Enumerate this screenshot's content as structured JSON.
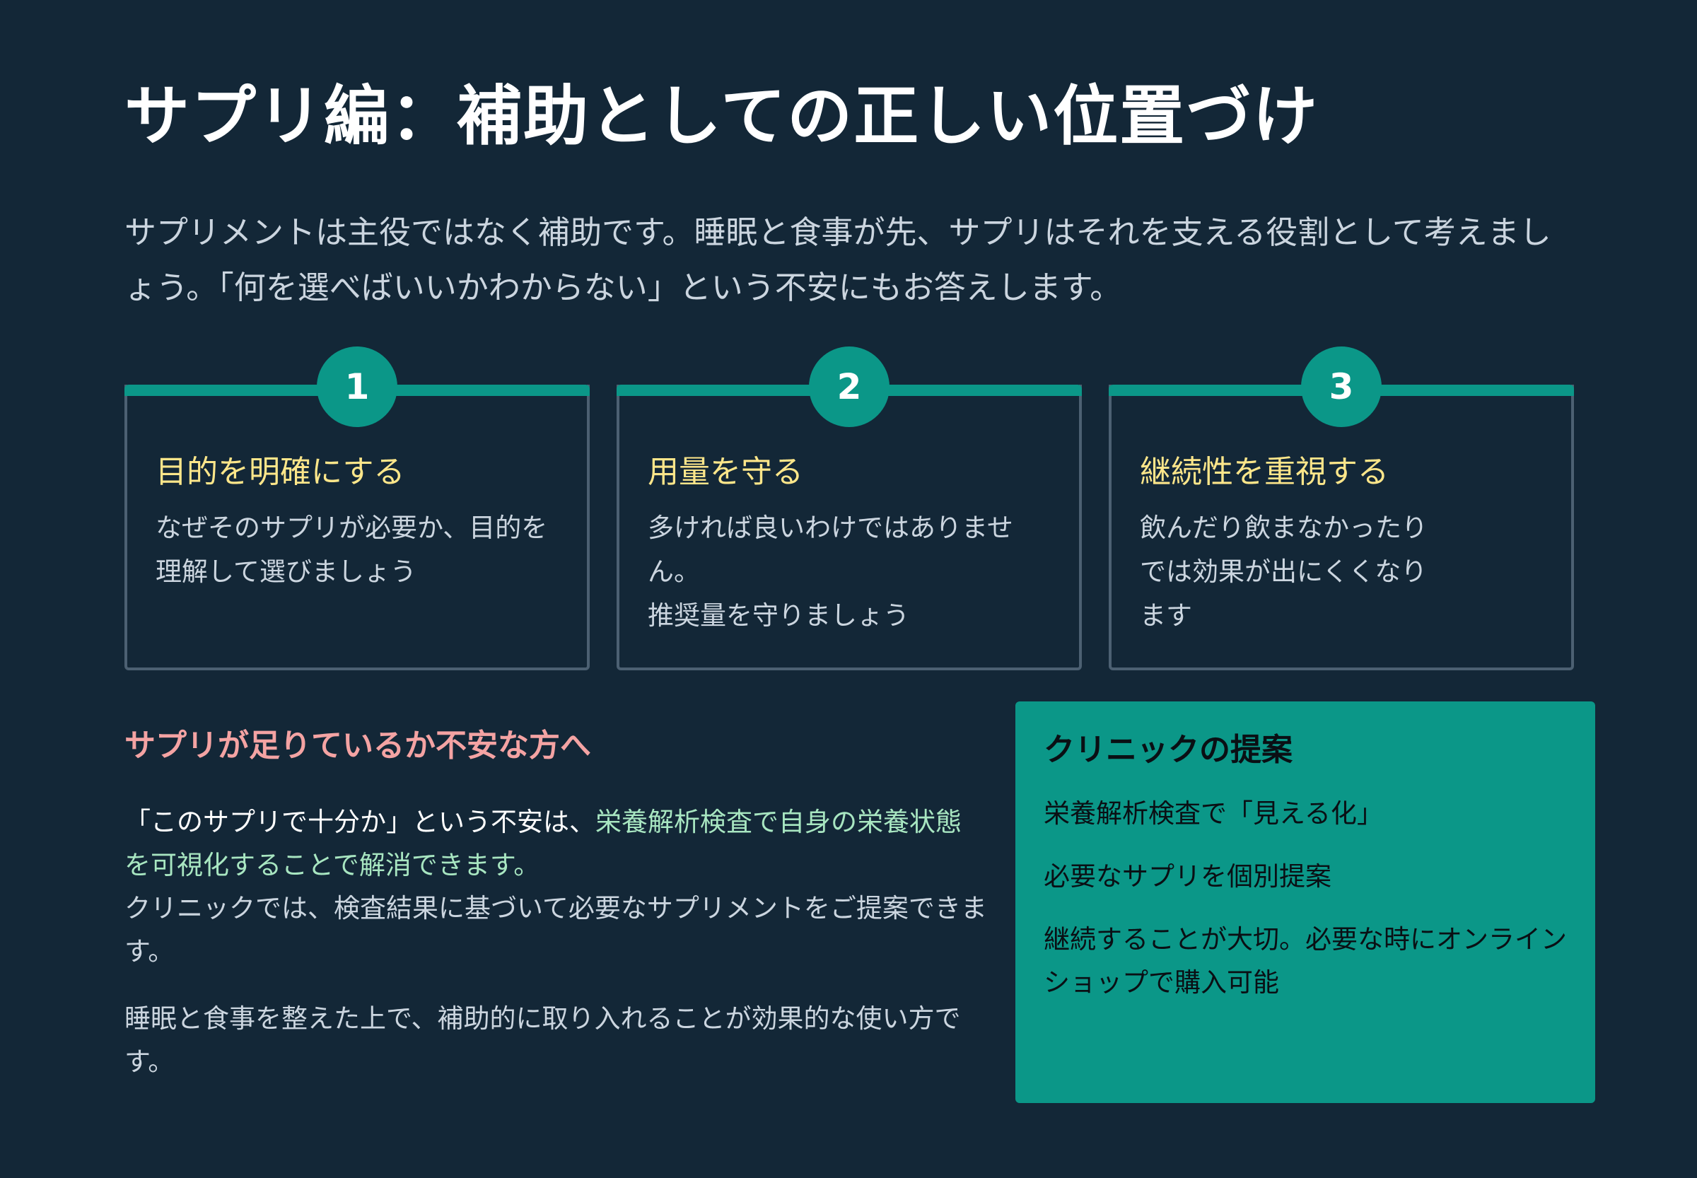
{
  "title": "サプリ編：補助としての正しい位置づけ",
  "intro": "サプリメントは主役ではなく補助です。睡眠と食事が先、サプリはそれを支える役割として考えましょう。「何を選べばいいかわからない」という不安にもお答えします。",
  "colors": {
    "background": "#132737",
    "accent_teal": "#0b9788",
    "card_heading_yellow": "#fde68a",
    "section_heading_pink": "#f4a3a3",
    "highlight_green": "#a8e6c1",
    "body_text": "#cbd5df",
    "card_border": "#4c6072"
  },
  "cards": [
    {
      "number": "1",
      "heading": "目的を明確にする",
      "body_lines": [
        "なぜそのサプリが必要か、目的を",
        "理解して選びましょう"
      ]
    },
    {
      "number": "2",
      "heading": "用量を守る",
      "body_lines": [
        "多ければ良いわけではありませ",
        "ん。",
        "推奨量を守りましょう"
      ]
    },
    {
      "number": "3",
      "heading": "継続性を重視する",
      "body_lines": [
        "飲んだり飲まなかったり",
        "では効果が出にくくなり",
        "ます"
      ]
    }
  ],
  "concern_section": {
    "heading": "サプリが足りているか不安な方へ",
    "para1_lead": "「このサプリで十分か」という不安は、",
    "para1_highlight": "栄養解析検査で自身の栄養状態を可視化することで解消できます。",
    "para1_rest": "クリニックでは、検査結果に基づいて必要なサプリメントをご提案できます。",
    "para2": "睡眠と食事を整えた上で、補助的に取り入れることが効果的な使い方です。"
  },
  "clinic_box": {
    "title": "クリニックの提案",
    "items": [
      "栄養解析検査で「見える化」",
      "必要なサプリを個別提案",
      "継続することが大切。必要な時にオンラインショップで購入可能"
    ]
  }
}
